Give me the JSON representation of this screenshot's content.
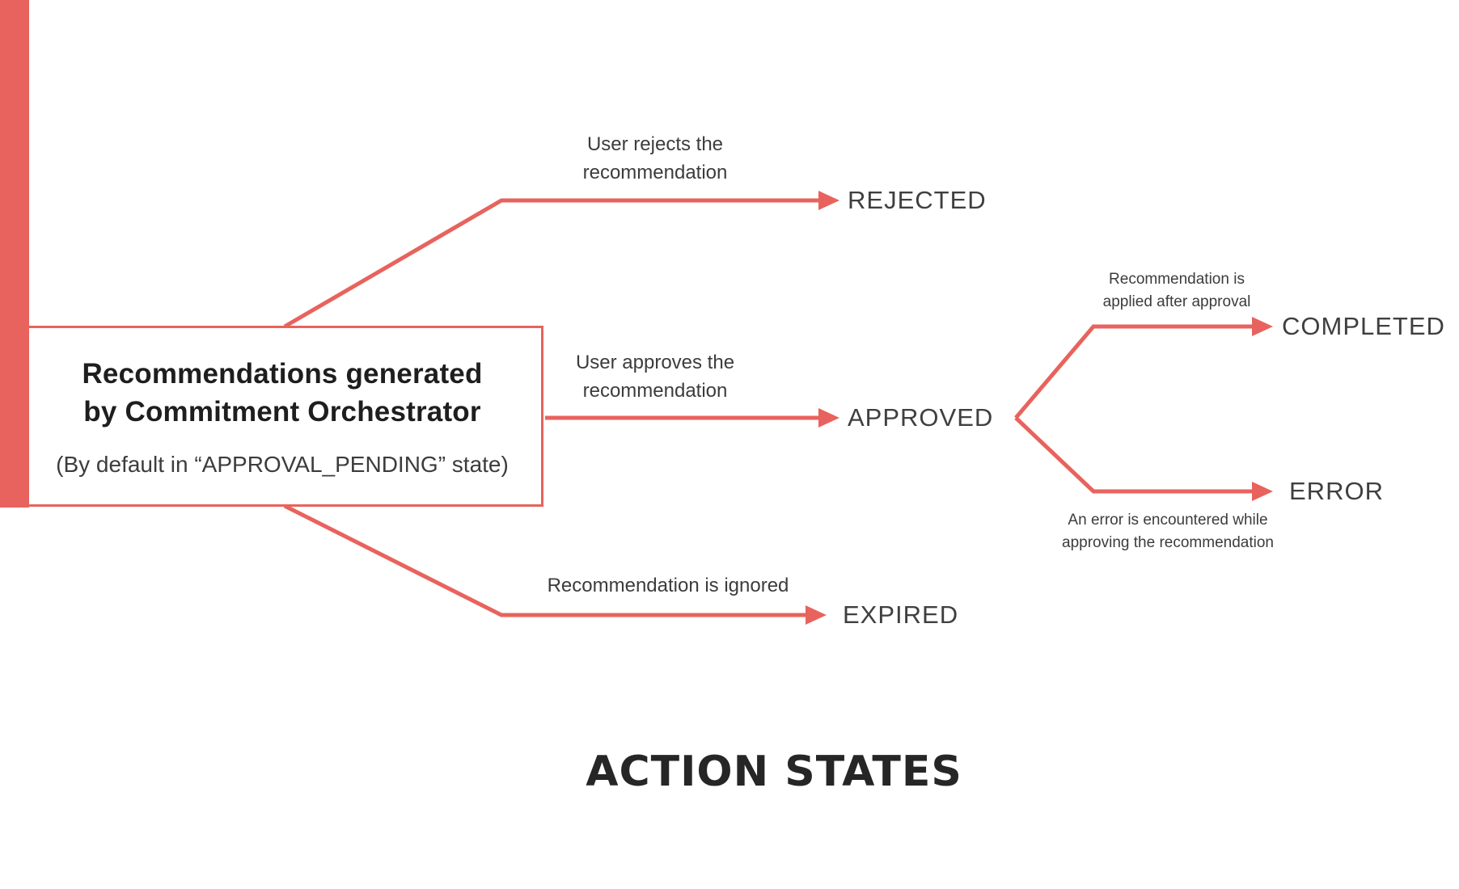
{
  "colors": {
    "accent": "#e8635d",
    "ink": "#1e1e1e",
    "label": "#3c3c3c"
  },
  "source": {
    "title_line1": "Recommendations generated",
    "title_line2": "by Commitment Orchestrator",
    "subtitle": "(By default in “APPROVAL_PENDING” state)"
  },
  "edges": {
    "rejected": {
      "label": "User rejects the recommendation",
      "state": "REJECTED"
    },
    "approved": {
      "label": "User approves the recommendation",
      "state": "APPROVED"
    },
    "expired": {
      "label": "Recommendation is ignored",
      "state": "EXPIRED"
    },
    "completed": {
      "label": "Recommendation is applied after approval",
      "state": "COMPLETED"
    },
    "error": {
      "label": "An error is encountered while approving the recommendation",
      "state": "ERROR"
    }
  },
  "footer": {
    "title": "ACTION STATES"
  }
}
